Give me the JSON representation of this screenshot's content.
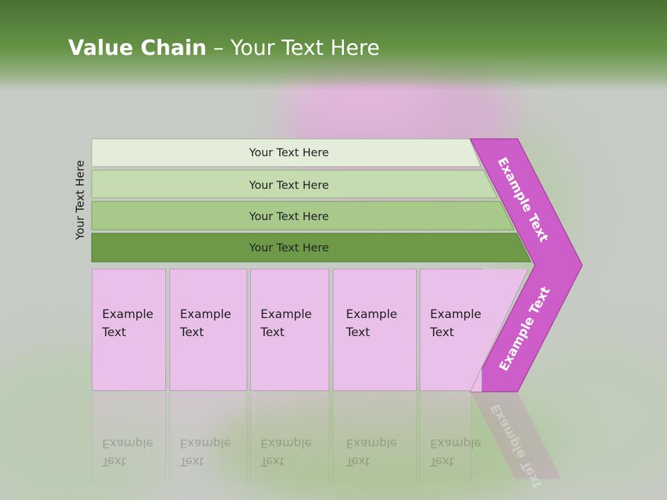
{
  "title": {
    "bold": "Value Chain",
    "rest": " – Your Text Here"
  },
  "side_label": "Your Text Here",
  "rows": [
    {
      "label": "Your Text Here",
      "color": "#e3edd9"
    },
    {
      "label": "Your Text Here",
      "color": "#c5dcb1"
    },
    {
      "label": "Your Text Here",
      "color": "#a8c98a"
    },
    {
      "label": "Your Text Here",
      "color": "#6e9a48"
    }
  ],
  "boxes": [
    {
      "line1": "Example",
      "line2": "Text"
    },
    {
      "line1": "Example",
      "line2": "Text"
    },
    {
      "line1": "Example",
      "line2": "Text"
    },
    {
      "line1": "Example",
      "line2": "Text"
    },
    {
      "line1": "Example",
      "line2": "Text"
    }
  ],
  "chevron": {
    "upper": "Example Text",
    "lower": "Example Text",
    "color": "#cc5dc9"
  },
  "colors": {
    "header": "#5e8a3e",
    "box": "#e9c0e8"
  }
}
